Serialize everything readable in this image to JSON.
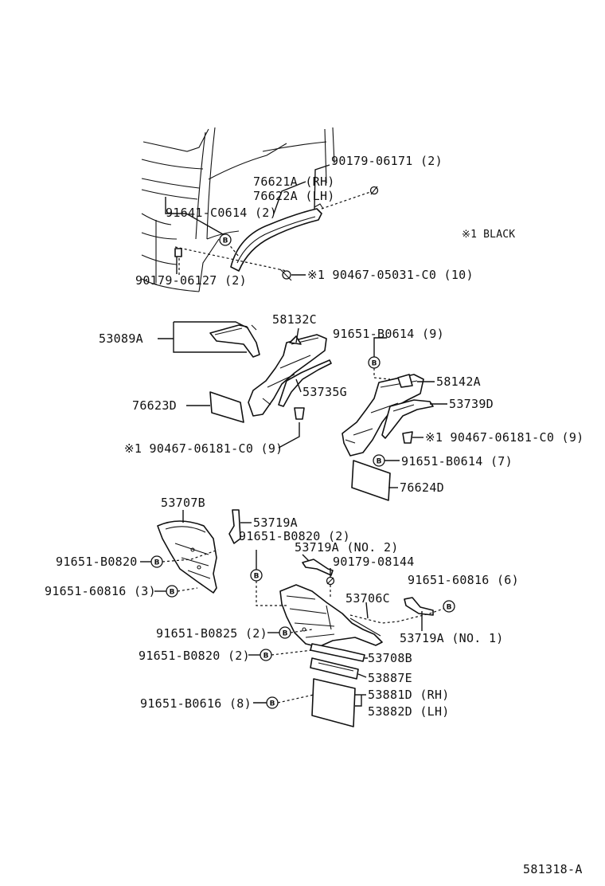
{
  "diagram": {
    "note": "※1 BLACK",
    "figure_code": "581318-A",
    "clip_symbol": "B",
    "labels": {
      "l_90179_06171": "90179-06171 (2)",
      "l_76621a": "76621A (RH)",
      "l_76622a": "76622A (LH)",
      "l_91641": "91641-C0614 (2)",
      "l_90179_06127": "90179-06127 (2)",
      "l_90467_05031": "※1 90467-05031-C0 (10)",
      "l_58132c": "58132C",
      "l_53089a": "53089A",
      "l_91651_b0614_9": "91651-B0614 (9)",
      "l_58142a": "58142A",
      "l_53735g": "53735G",
      "l_76623d": "76623D",
      "l_53739d": "53739D",
      "l_90467_06181_right": "※1 90467-06181-C0 (9)",
      "l_90467_06181_left": "※1 90467-06181-C0 (9)",
      "l_91651_b0614_7": "91651-B0614 (7)",
      "l_76624d": "76624D",
      "l_53707b": "53707B",
      "l_53719a": "53719A",
      "l_91651_b0820_2_top": "91651-B0820 (2)",
      "l_53719a_no2": "53719A (NO. 2)",
      "l_91651_b0820": "91651-B0820",
      "l_90179_08144": "90179-08144",
      "l_91651_60816_3": "91651-60816 (3)",
      "l_91651_60816_6": "91651-60816 (6)",
      "l_53706c": "53706C",
      "l_91651_b0825": "91651-B0825 (2)",
      "l_53719a_no1": "53719A (NO. 1)",
      "l_91651_b0820_2": "91651-B0820 (2)",
      "l_53708b": "53708B",
      "l_53887e": "53887E",
      "l_53881d": "53881D (RH)",
      "l_91651_b0616": "91651-B0616 (8)",
      "l_53882d": "53882D (LH)"
    }
  }
}
